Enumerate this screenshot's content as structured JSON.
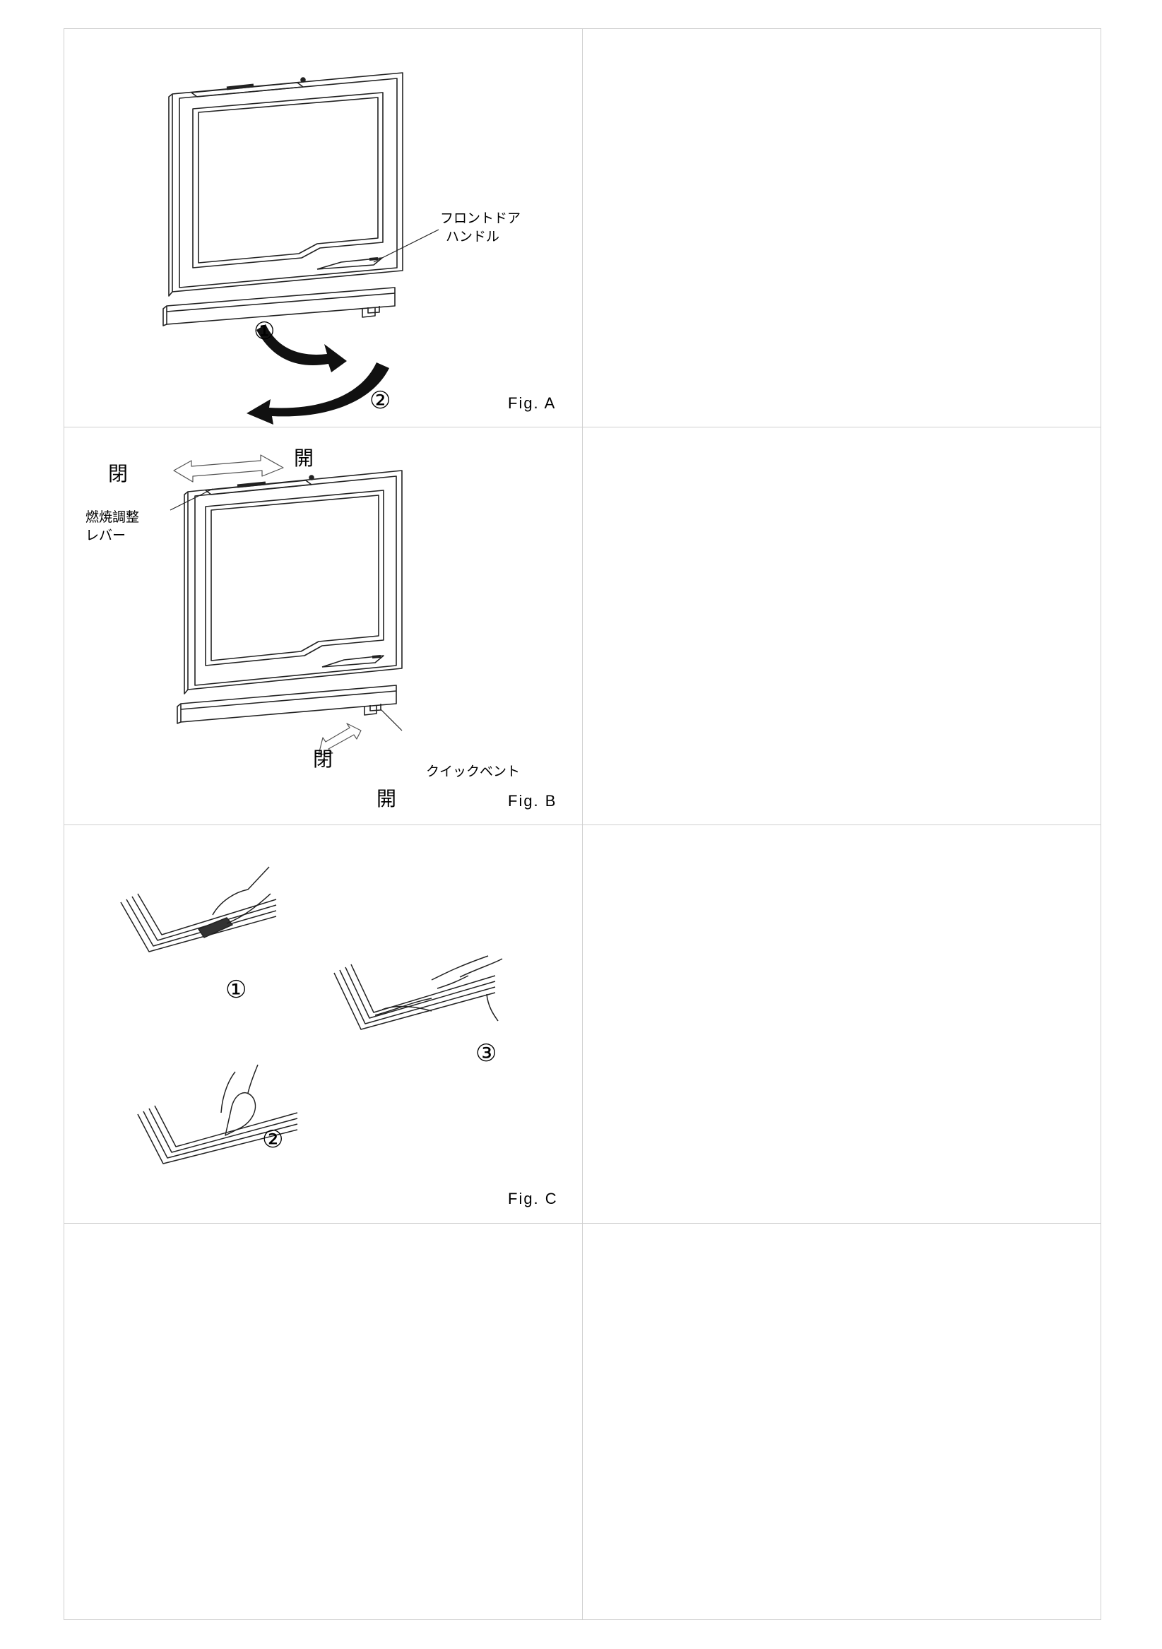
{
  "figures": [
    {
      "fig_label": "Fig. A",
      "callout": [
        "フロントドア",
        "ハンドル"
      ],
      "steps": [
        "①",
        "②"
      ]
    },
    {
      "fig_label": "Fig. B",
      "lever_callout": [
        "燃焼調整",
        "レバー"
      ],
      "vent_callout": "クイックベント",
      "top_close": "閉",
      "top_open": "開",
      "bottom_close": "閉",
      "bottom_open": "開"
    },
    {
      "fig_label": "Fig. C",
      "steps": [
        "①",
        "②",
        "③"
      ]
    }
  ]
}
